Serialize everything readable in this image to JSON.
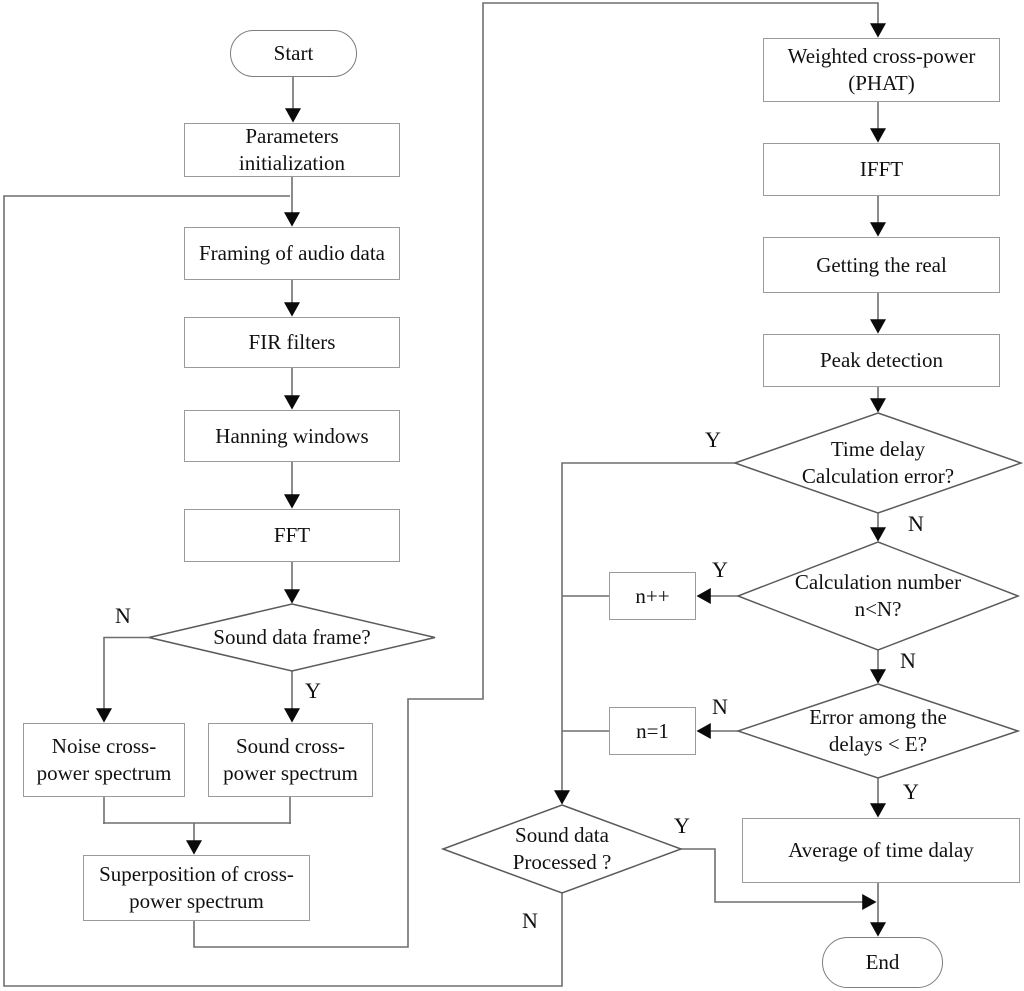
{
  "diagram": {
    "type": "flowchart",
    "nodes": {
      "start": {
        "label": "Start",
        "shape": "terminator"
      },
      "params": {
        "label": "Parameters\ninitialization",
        "shape": "process"
      },
      "framing": {
        "label": "Framing of audio data",
        "shape": "process"
      },
      "fir": {
        "label": "FIR filters",
        "shape": "process"
      },
      "hanning": {
        "label": "Hanning windows",
        "shape": "process"
      },
      "fft": {
        "label": "FFT",
        "shape": "process"
      },
      "sound_frame": {
        "label": "Sound data frame?",
        "shape": "decision"
      },
      "noise_cps": {
        "label": "Noise cross-\npower spectrum",
        "shape": "process"
      },
      "sound_cps": {
        "label": "Sound cross-\npower spectrum",
        "shape": "process"
      },
      "superposition": {
        "label": "Superposition of cross-\npower spectrum",
        "shape": "process"
      },
      "weighted": {
        "label": "Weighted cross-power\n(PHAT)",
        "shape": "process"
      },
      "ifft": {
        "label": "IFFT",
        "shape": "process"
      },
      "getting_real": {
        "label": "Getting the real",
        "shape": "process"
      },
      "peak": {
        "label": "Peak detection",
        "shape": "process"
      },
      "time_delay_err": {
        "label": "Time delay\nCalculation error?",
        "shape": "decision"
      },
      "calc_number": {
        "label": "Calculation number\nn<N?",
        "shape": "decision"
      },
      "n_increment": {
        "label": "n++",
        "shape": "process"
      },
      "error_delays": {
        "label": "Error among the\ndelays < E?",
        "shape": "decision"
      },
      "n_reset": {
        "label": "n=1",
        "shape": "process"
      },
      "sound_processed": {
        "label": "Sound data\nProcessed ?",
        "shape": "decision"
      },
      "average": {
        "label": "Average of time dalay",
        "shape": "process"
      },
      "end": {
        "label": "End",
        "shape": "terminator"
      }
    },
    "branch_labels": {
      "sound_frame_n": "N",
      "sound_frame_y": "Y",
      "time_delay_err_y": "Y",
      "time_delay_err_n": "N",
      "calc_number_y": "Y",
      "calc_number_n": "N",
      "error_delays_n": "N",
      "error_delays_y": "Y",
      "sound_processed_y": "Y",
      "sound_processed_n": "N"
    },
    "colors": {
      "wire": "#6f6f6f",
      "box_border": "#9b9b9b",
      "diamond_border": "#5a5a5a",
      "arrow": "#0a0a0a",
      "text": "#111111",
      "background": "#ffffff"
    }
  }
}
